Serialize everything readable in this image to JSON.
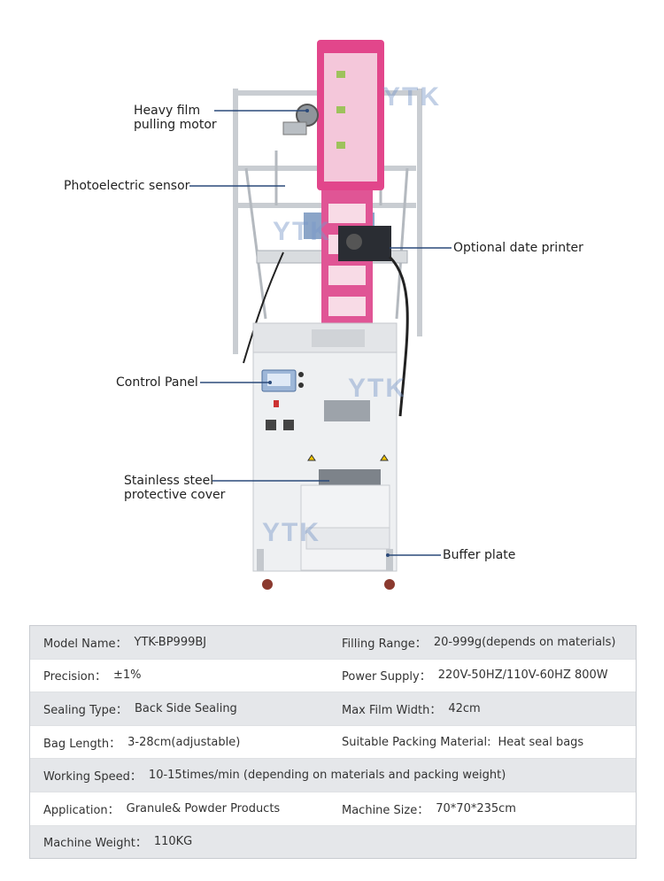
{
  "watermark": "YTK",
  "callouts": {
    "film_motor": [
      "Heavy film",
      "pulling motor"
    ],
    "photo_sensor": "Photoelectric sensor",
    "date_printer": "Optional date printer",
    "control_panel": "Control Panel",
    "cover": [
      "Stainless steel",
      "protective cover"
    ],
    "buffer_plate": "Buffer plate"
  },
  "specs": {
    "rows": [
      {
        "shade": true,
        "cells": [
          {
            "label": "Model Name：",
            "value": "YTK-BP999BJ"
          },
          {
            "label": "Filling Range：",
            "value": "20-999g(depends on materials)"
          }
        ]
      },
      {
        "shade": false,
        "cells": [
          {
            "label": "Precision：",
            "value": "±1%"
          },
          {
            "label": "Power Supply：",
            "value": "220V-50HZ/110V-60HZ 800W"
          }
        ]
      },
      {
        "shade": true,
        "cells": [
          {
            "label": "Sealing Type：",
            "value": "Back Side Sealing"
          },
          {
            "label": "Max Film Width：",
            "value": "42cm"
          }
        ]
      },
      {
        "shade": false,
        "cells": [
          {
            "label": "Bag Length：",
            "value": "3-28cm(adjustable)"
          },
          {
            "label": "Suitable Packing Material:",
            "value": "Heat seal bags"
          }
        ]
      },
      {
        "shade": true,
        "full": true,
        "cells": [
          {
            "label": "Working Speed：",
            "value": "10-15times/min (depending on materials and packing weight)"
          }
        ]
      },
      {
        "shade": false,
        "cells": [
          {
            "label": "Application：",
            "value": "Granule& Powder Products"
          },
          {
            "label": "Machine Size：",
            "value": "70*70*235cm"
          }
        ]
      },
      {
        "shade": true,
        "full": true,
        "cells": [
          {
            "label": "Machine Weight：",
            "value": "110KG"
          }
        ]
      }
    ]
  }
}
